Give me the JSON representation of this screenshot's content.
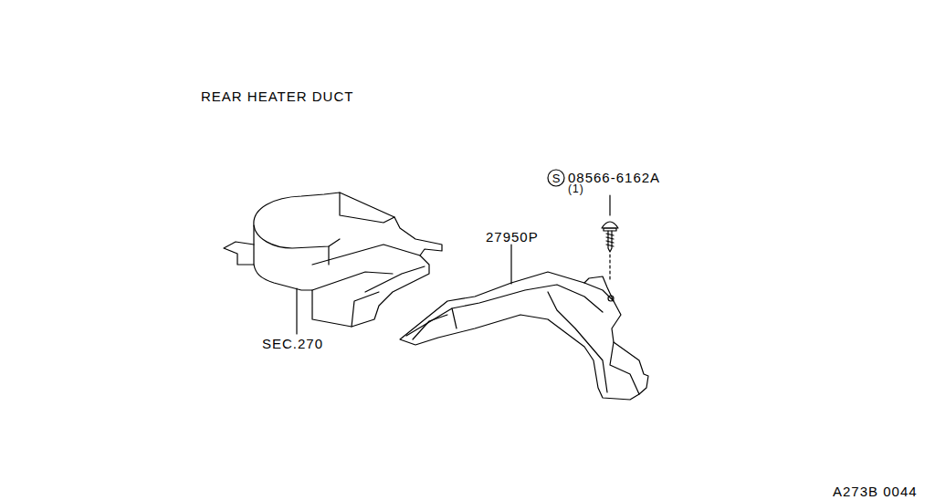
{
  "diagram": {
    "title": "REAR HEATER DUCT",
    "labels": [
      "S",
      "08566-6162A",
      "(1)",
      "27950P",
      "SEC.270",
      "A273B 0044"
    ]
  }
}
